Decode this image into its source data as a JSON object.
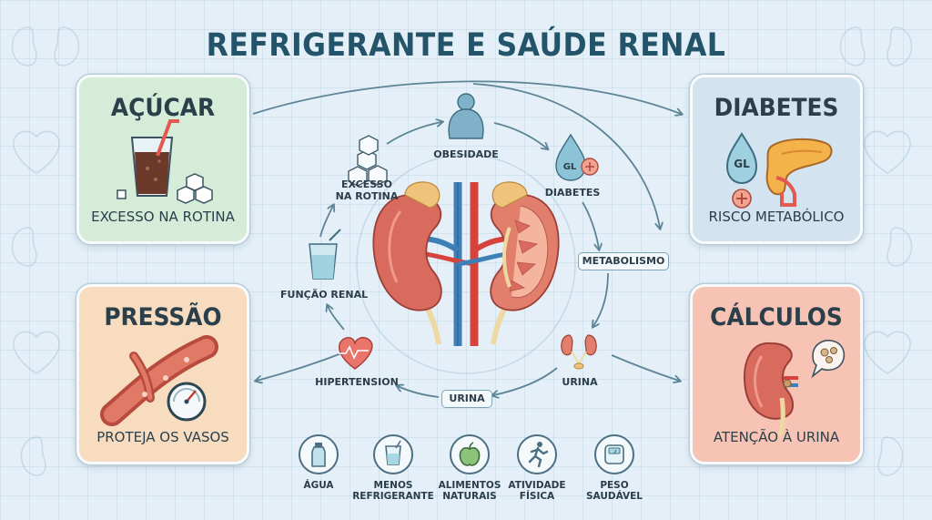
{
  "title": "REFRIGERANTE E SAÚDE RENAL",
  "cards": {
    "acucar": {
      "title": "AÇÚCAR",
      "caption": "EXCESSO NA ROTINA",
      "color": "#d5ecd9"
    },
    "diabetes": {
      "title": "DIABETES",
      "caption": "RISCO METABÓLICO",
      "icon_text": "GL",
      "color": "#d3e3ef"
    },
    "pressao": {
      "title": "PRESSÃO",
      "caption": "PROTEJA OS VASOS",
      "color": "#f8dcc0"
    },
    "calculos": {
      "title": "CÁLCULOS",
      "caption": "ATENÇÃO À URINA",
      "color": "#f6c3b4"
    }
  },
  "cycle": {
    "excesso": "EXCESSO\nNA ROTINA",
    "obesidade": "OBESIDADE",
    "diabetes": "DIABETES",
    "diabetes_icon_text": "GL",
    "metabolismo": "METABOLISMO",
    "urina_right": "URINA",
    "urina_bottom": "URINA",
    "hipertension": "HIPERTENSION",
    "funcao_renal": "FUNÇÃO RENAL"
  },
  "tips": [
    {
      "label": "ÁGUA",
      "icon": "water-bottle-icon"
    },
    {
      "label": "MENOS\nREFRIGERANTE",
      "icon": "glass-icon"
    },
    {
      "label": "ALIMENTOS\nNATURAIS",
      "icon": "apple-icon"
    },
    {
      "label": "ATIVIDADE\nFÍSICA",
      "icon": "running-person-icon"
    },
    {
      "label": "PESO\nSAUDÁVEL",
      "icon": "scale-icon"
    }
  ],
  "colors": {
    "title": "#23546a",
    "arrow": "#5d8497",
    "kidney": "#d86a5e",
    "artery": "#d6433d",
    "vein": "#3f7fb8"
  }
}
